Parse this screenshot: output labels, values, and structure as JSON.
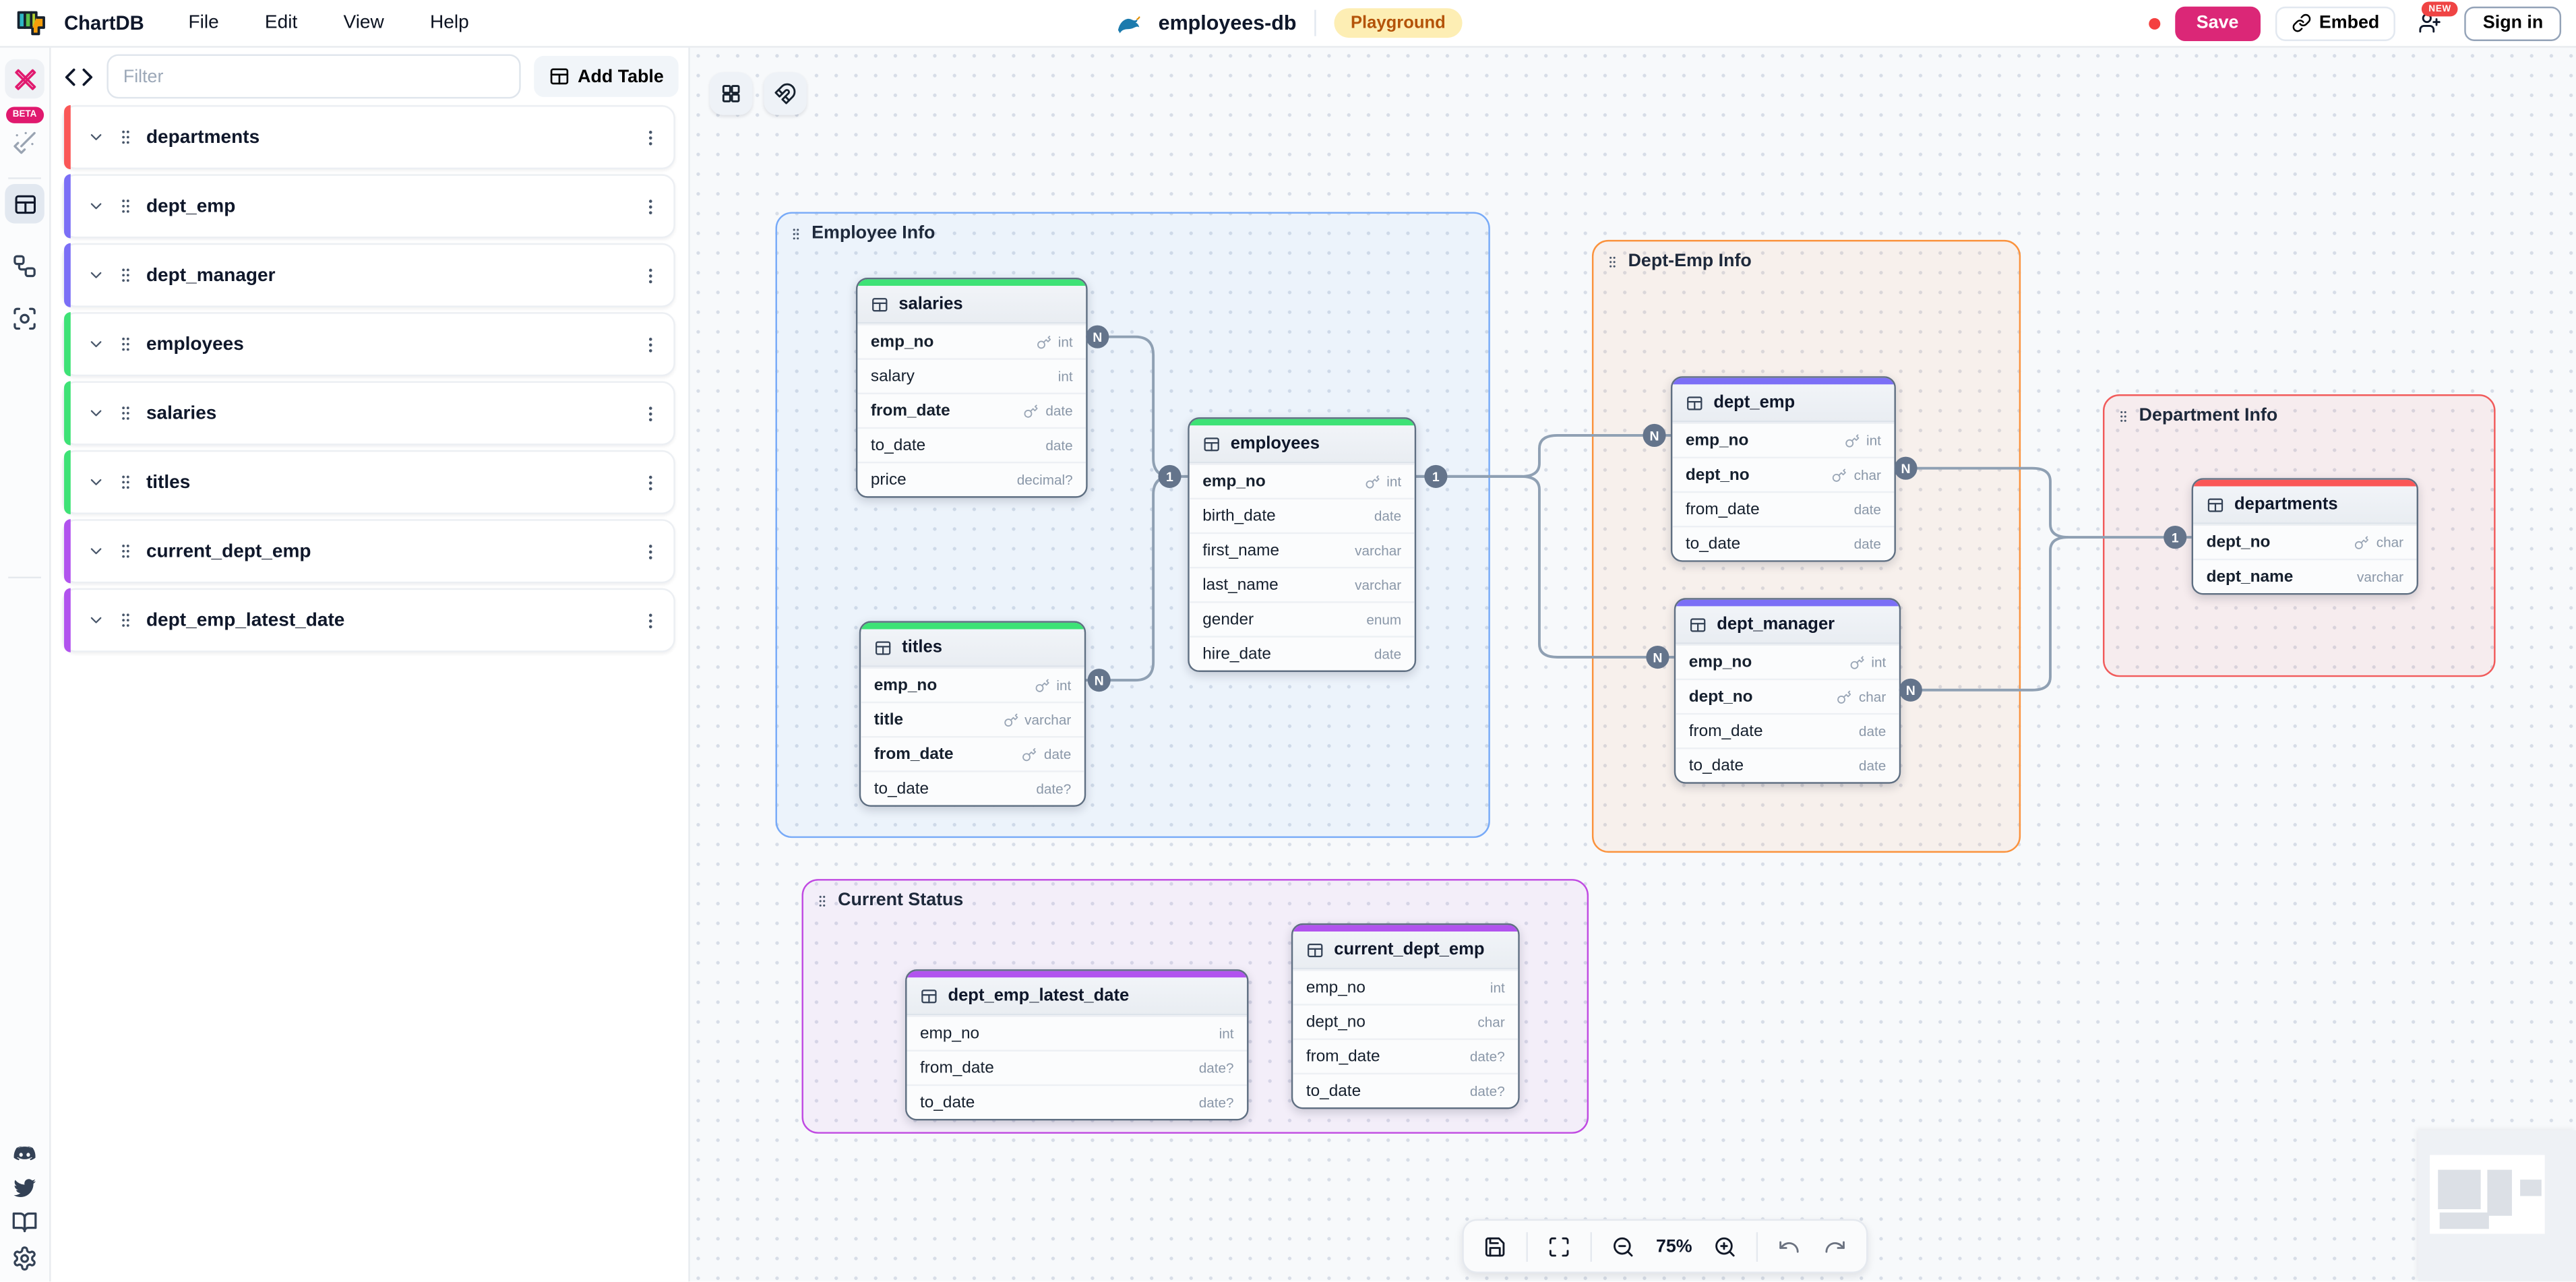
{
  "header": {
    "app_name": "ChartDB",
    "menus": [
      "File",
      "Edit",
      "View",
      "Help"
    ],
    "db_name": "employees-db",
    "env_badge": "Playground",
    "save_label": "Save",
    "embed_label": "Embed",
    "new_badge": "NEW",
    "sign_in_label": "Sign in",
    "accent_color": "#db2777",
    "unsaved_dot_color": "#f43f3f"
  },
  "sidebar": {
    "beta_label": "BETA",
    "filter_placeholder": "Filter",
    "add_table_label": "Add Table",
    "tables": [
      {
        "name": "departments",
        "color": "#fa5757"
      },
      {
        "name": "dept_emp",
        "color": "#7b6ff6"
      },
      {
        "name": "dept_manager",
        "color": "#7b6ff6"
      },
      {
        "name": "employees",
        "color": "#3ee276"
      },
      {
        "name": "salaries",
        "color": "#3ee276"
      },
      {
        "name": "titles",
        "color": "#3ee276"
      },
      {
        "name": "current_dept_emp",
        "color": "#b153ee"
      },
      {
        "name": "dept_emp_latest_date",
        "color": "#b153ee"
      }
    ]
  },
  "canvas": {
    "zoom_level": "75%",
    "areas": [
      {
        "id": "employee-info",
        "label": "Employee Info",
        "border": "#77aaf8",
        "bg": "rgba(96,165,250,0.07)"
      },
      {
        "id": "dept-emp-info",
        "label": "Dept-Emp Info",
        "border": "#fb923c",
        "bg": "rgba(251,146,60,0.08)"
      },
      {
        "id": "department-info",
        "label": "Department Info",
        "border": "#f15b5b",
        "bg": "rgba(239,68,68,0.07)"
      },
      {
        "id": "current-status",
        "label": "Current Status",
        "border": "#c04ae2",
        "bg": "rgba(192,74,226,0.06)"
      }
    ],
    "tables": [
      {
        "name": "salaries",
        "color": "#3ee276",
        "fields": [
          {
            "name": "emp_no",
            "type": "int",
            "key": true,
            "bold": true
          },
          {
            "name": "salary",
            "type": "int",
            "key": false,
            "bold": false
          },
          {
            "name": "from_date",
            "type": "date",
            "key": true,
            "bold": true
          },
          {
            "name": "to_date",
            "type": "date",
            "key": false,
            "bold": false
          },
          {
            "name": "price",
            "type": "decimal?",
            "key": false,
            "bold": false
          }
        ]
      },
      {
        "name": "titles",
        "color": "#3ee276",
        "fields": [
          {
            "name": "emp_no",
            "type": "int",
            "key": true,
            "bold": true
          },
          {
            "name": "title",
            "type": "varchar",
            "key": true,
            "bold": true
          },
          {
            "name": "from_date",
            "type": "date",
            "key": true,
            "bold": true
          },
          {
            "name": "to_date",
            "type": "date?",
            "key": false,
            "bold": false
          }
        ]
      },
      {
        "name": "employees",
        "color": "#3ee276",
        "fields": [
          {
            "name": "emp_no",
            "type": "int",
            "key": true,
            "bold": true
          },
          {
            "name": "birth_date",
            "type": "date",
            "key": false,
            "bold": false
          },
          {
            "name": "first_name",
            "type": "varchar",
            "key": false,
            "bold": false
          },
          {
            "name": "last_name",
            "type": "varchar",
            "key": false,
            "bold": false
          },
          {
            "name": "gender",
            "type": "enum",
            "key": false,
            "bold": false
          },
          {
            "name": "hire_date",
            "type": "date",
            "key": false,
            "bold": false
          }
        ]
      },
      {
        "name": "dept_emp",
        "color": "#7b6ff6",
        "fields": [
          {
            "name": "emp_no",
            "type": "int",
            "key": true,
            "bold": true
          },
          {
            "name": "dept_no",
            "type": "char",
            "key": true,
            "bold": true
          },
          {
            "name": "from_date",
            "type": "date",
            "key": false,
            "bold": false
          },
          {
            "name": "to_date",
            "type": "date",
            "key": false,
            "bold": false
          }
        ]
      },
      {
        "name": "dept_manager",
        "color": "#7b6ff6",
        "fields": [
          {
            "name": "emp_no",
            "type": "int",
            "key": true,
            "bold": true
          },
          {
            "name": "dept_no",
            "type": "char",
            "key": true,
            "bold": true
          },
          {
            "name": "from_date",
            "type": "date",
            "key": false,
            "bold": false
          },
          {
            "name": "to_date",
            "type": "date",
            "key": false,
            "bold": false
          }
        ]
      },
      {
        "name": "departments",
        "color": "#fa5757",
        "fields": [
          {
            "name": "dept_no",
            "type": "char",
            "key": true,
            "bold": true
          },
          {
            "name": "dept_name",
            "type": "varchar",
            "key": false,
            "bold": true
          }
        ]
      },
      {
        "name": "dept_emp_latest_date",
        "color": "#b153ee",
        "fields": [
          {
            "name": "emp_no",
            "type": "int",
            "key": false,
            "bold": false
          },
          {
            "name": "from_date",
            "type": "date?",
            "key": false,
            "bold": false
          },
          {
            "name": "to_date",
            "type": "date?",
            "key": false,
            "bold": false
          }
        ]
      },
      {
        "name": "current_dept_emp",
        "color": "#b153ee",
        "fields": [
          {
            "name": "emp_no",
            "type": "int",
            "key": false,
            "bold": false
          },
          {
            "name": "dept_no",
            "type": "char",
            "key": false,
            "bold": false
          },
          {
            "name": "from_date",
            "type": "date?",
            "key": false,
            "bold": false
          },
          {
            "name": "to_date",
            "type": "date?",
            "key": false,
            "bold": false
          }
        ]
      }
    ],
    "relationships": [
      {
        "id": "salaries_employees",
        "from": "salaries.emp_no",
        "to": "employees.emp_no",
        "from_card": "N",
        "to_card": "1"
      },
      {
        "id": "titles_employees",
        "from": "titles.emp_no",
        "to": "employees.emp_no",
        "from_card": "N",
        "to_card": "1"
      },
      {
        "id": "employees_dept_emp",
        "from": "employees.emp_no",
        "to": "dept_emp.emp_no",
        "from_card": "1",
        "to_card": "N"
      },
      {
        "id": "employees_dept_manager",
        "from": "employees.emp_no",
        "to": "dept_manager.emp_no",
        "from_card": "1",
        "to_card": "N"
      },
      {
        "id": "dept_emp_departments",
        "from": "dept_emp.dept_no",
        "to": "departments.dept_no",
        "from_card": "N",
        "to_card": "1"
      },
      {
        "id": "dept_manager_departments",
        "from": "dept_manager.dept_no",
        "to": "departments.dept_no",
        "from_card": "N",
        "to_card": "1"
      }
    ]
  }
}
